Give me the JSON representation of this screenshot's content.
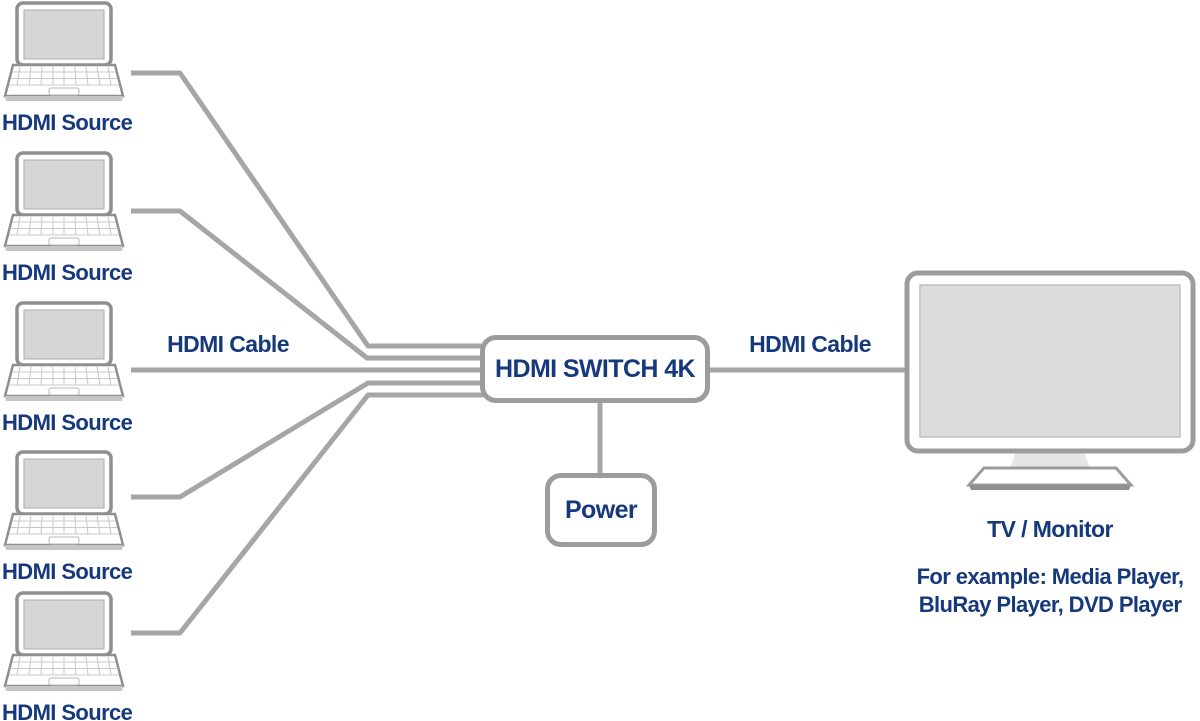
{
  "sources": [
    {
      "label": "HDMI Source"
    },
    {
      "label": "HDMI Source"
    },
    {
      "label": "HDMI Source"
    },
    {
      "label": "HDMI Source"
    },
    {
      "label": "HDMI Source"
    }
  ],
  "switch": {
    "label": "HDMI SWITCH 4K"
  },
  "power": {
    "label": "Power"
  },
  "cables": {
    "left_label": "HDMI Cable",
    "right_label": "HDMI Cable"
  },
  "monitor": {
    "label": "TV / Monitor",
    "example_line1": "For example: Media Player,",
    "example_line2": "BluRay Player, DVD Player"
  },
  "icons": {
    "source": "laptop-icon",
    "display": "tv-monitor-icon"
  },
  "colors": {
    "text_blue": "#16397b",
    "cable_gray": "#a6a6a6",
    "outline_gray": "#9c9c9c",
    "screen_gray": "#d6d6d6",
    "background": "#ffffff"
  }
}
